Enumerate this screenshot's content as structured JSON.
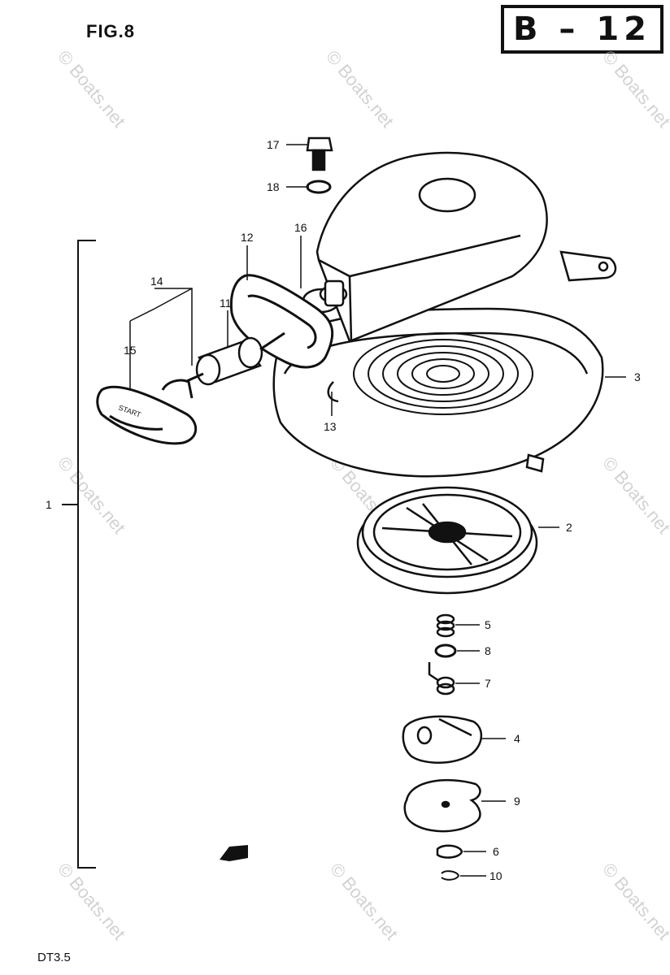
{
  "header": {
    "figure_label": "FIG.8",
    "page_code": "B – 12"
  },
  "footer": {
    "model": "DT3.5"
  },
  "watermark": {
    "text": "© Boats.net"
  },
  "callouts": {
    "p1": "1",
    "p2": "2",
    "p3": "3",
    "p4": "4",
    "p5": "5",
    "p6": "6",
    "p7": "7",
    "p8": "8",
    "p9": "9",
    "p10": "10",
    "p11": "11",
    "p12": "12",
    "p13": "13",
    "p14": "14",
    "p15": "15",
    "p16": "16",
    "p17": "17",
    "p18": "18"
  },
  "colors": {
    "ink": "#111111",
    "watermark": "#bfbfbf",
    "background": "#ffffff"
  }
}
